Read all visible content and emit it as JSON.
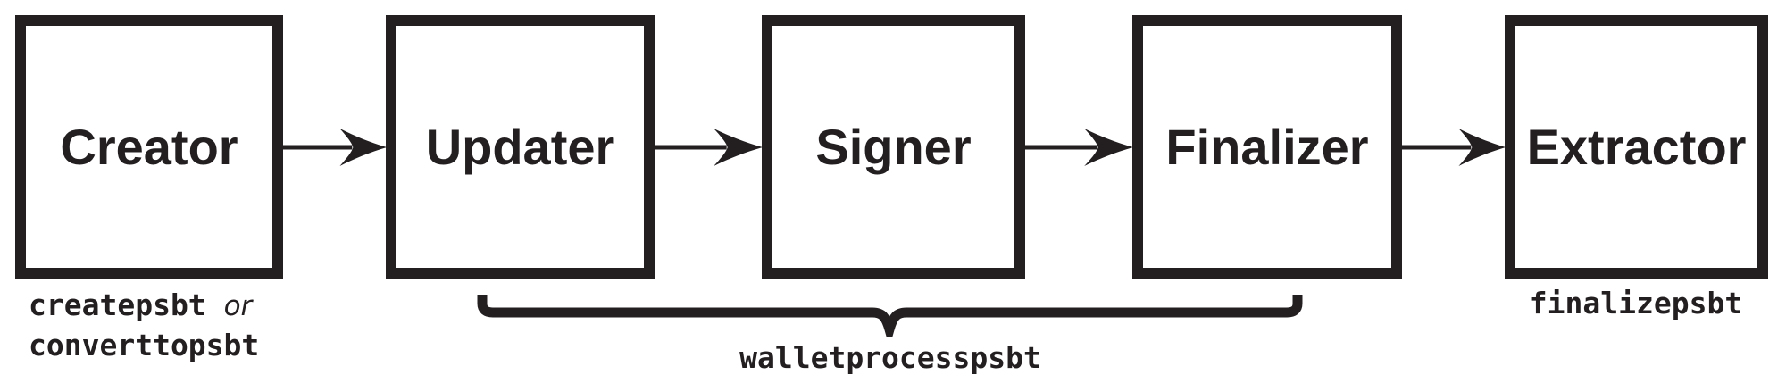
{
  "diagram": {
    "type": "flow",
    "ink_color": "#231f20",
    "background_color": "#ffffff",
    "boxes": [
      {
        "id": "creator",
        "label": "Creator"
      },
      {
        "id": "updater",
        "label": "Updater"
      },
      {
        "id": "signer",
        "label": "Signer"
      },
      {
        "id": "finalizer",
        "label": "Finalizer"
      },
      {
        "id": "extractor",
        "label": "Extractor"
      }
    ],
    "connections": [
      {
        "from": "Creator",
        "to": "Updater"
      },
      {
        "from": "Updater",
        "to": "Signer"
      },
      {
        "from": "Signer",
        "to": "Finalizer"
      },
      {
        "from": "Finalizer",
        "to": "Extractor"
      }
    ],
    "annotations": {
      "creator": {
        "code_line1": "createpsbt",
        "conjunction": "or",
        "code_line2": "converttopsbt"
      },
      "wallet_group": {
        "code": "walletprocesspsbt"
      },
      "extractor": {
        "code": "finalizepsbt"
      }
    }
  }
}
